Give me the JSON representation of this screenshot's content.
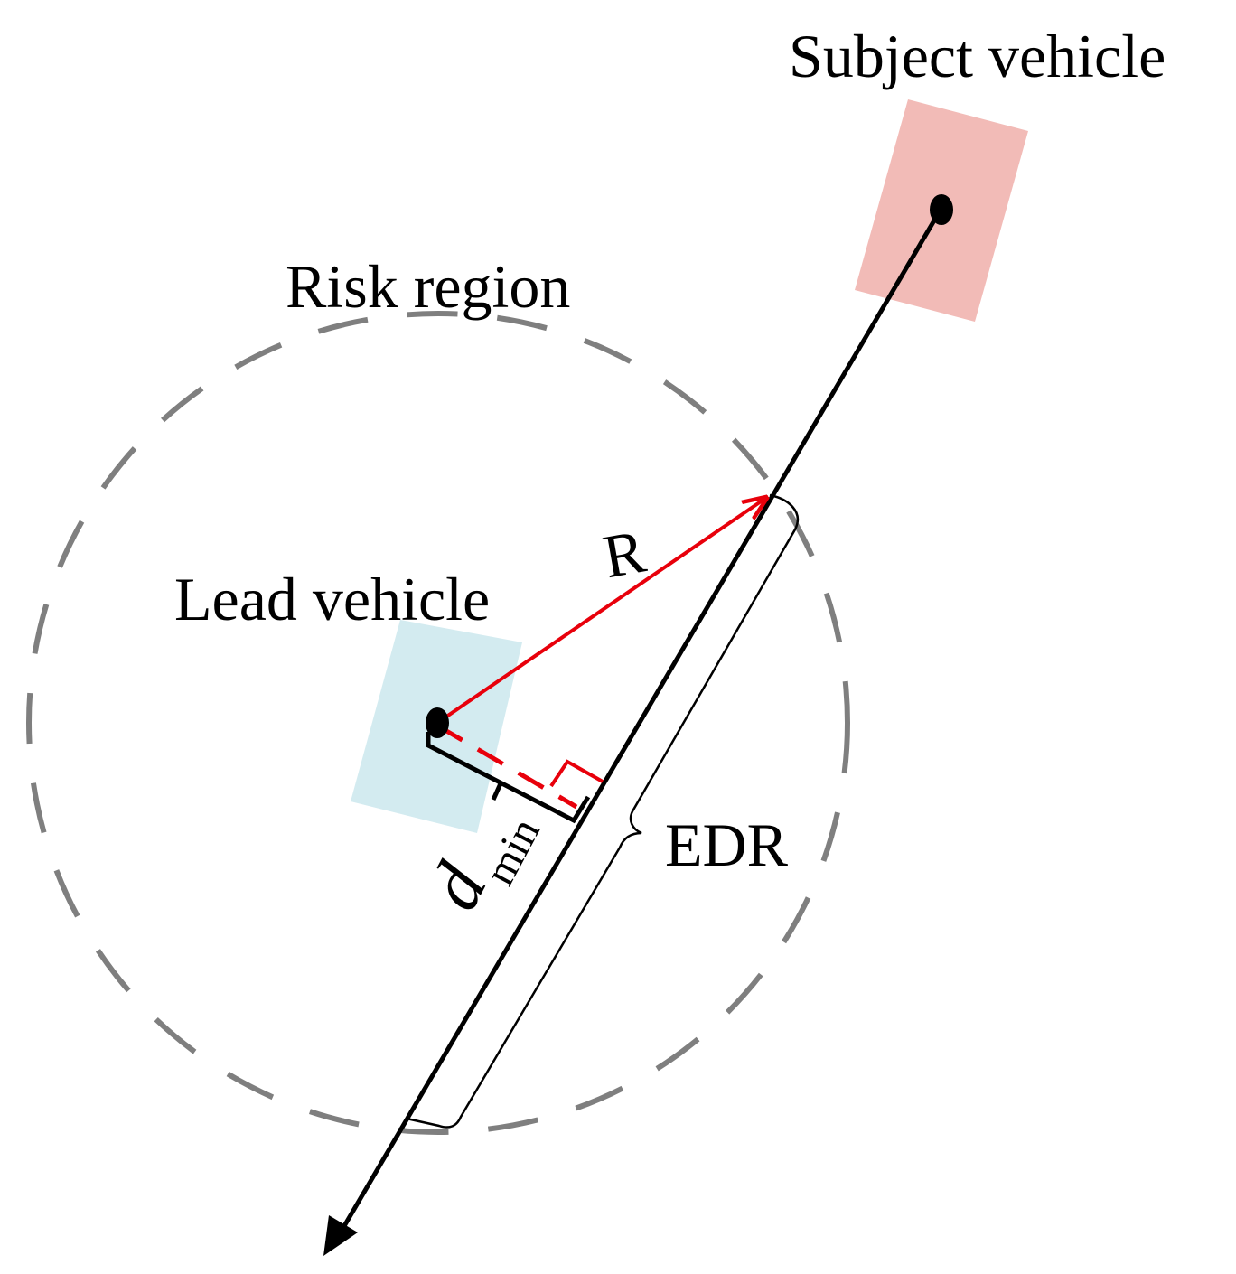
{
  "labels": {
    "subject_vehicle": "Subject vehicle",
    "risk_region": "Risk region",
    "radius": "R",
    "lead_vehicle": "Lead vehicle",
    "edr": "EDR",
    "d_min_main": "d",
    "d_min_sub": "min"
  },
  "colors": {
    "subject_vehicle_fill": "#f2bbb7",
    "lead_vehicle_fill": "#d3ebf0",
    "risk_region_stroke": "#7f7f7f",
    "radius_arrow": "#e8000b",
    "perpendicular": "#e8000b",
    "trajectory": "#000000"
  }
}
